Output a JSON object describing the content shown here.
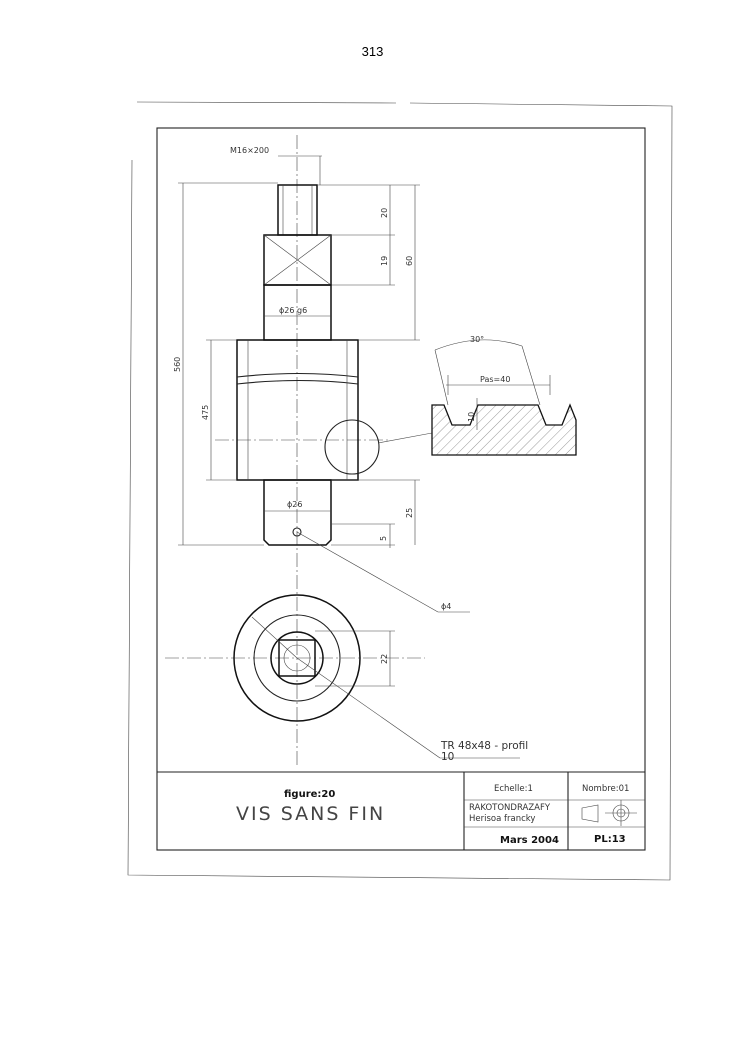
{
  "page": {
    "number": "313"
  },
  "drawing": {
    "dimensions": {
      "thread": "M16×200",
      "d20": "20",
      "d19": "19",
      "d60": "60",
      "shaft_diam": "ϕ26 g6",
      "d560": "560",
      "d475": "475",
      "lower_diam": "ϕ26",
      "d25": "25",
      "d5": "5",
      "hole": "ϕ4",
      "d22": "22"
    },
    "detail": {
      "angle": "30°",
      "pitch": "Pas=40",
      "depth": "10"
    },
    "profile_note": {
      "line1": "TR 48x48 - profil",
      "line2": "10"
    }
  },
  "title_block": {
    "figure": "figure:20",
    "title": "VIS SANS FIN",
    "scale": "Echelle:1",
    "number": "Nombre:01",
    "author_line1": "RAKOTONDRAZAFY",
    "author_line2": "Herisoa francky",
    "date": "Mars 2004",
    "plate": "PL:13"
  }
}
